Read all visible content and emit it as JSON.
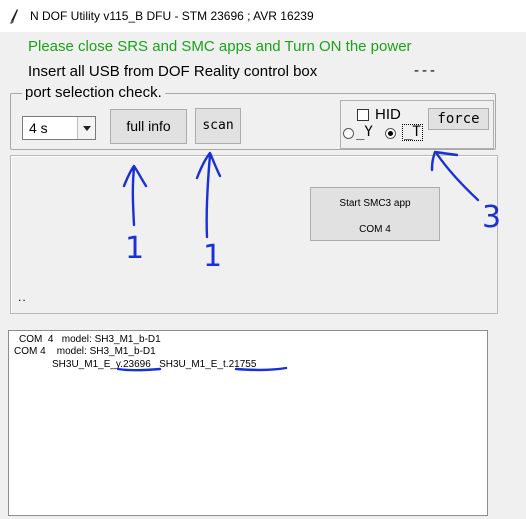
{
  "window": {
    "title": "N DOF Utility   v115_B   DFU - STM 23696  ;  AVR  16239"
  },
  "messages": {
    "green": "Please close SRS and SMC apps and Turn ON the power",
    "insert": "Insert  all  USB from DOF Reality control box",
    "dashes": "---"
  },
  "port_group": {
    "label": "port selection check.",
    "select_value": "4 s",
    "full_info_label": "full info",
    "scan_label": "scan",
    "hid_label": "HID",
    "radio_y_label": "_Y",
    "radio_t_label": "_T",
    "radio_selected": "T",
    "force_label": "force"
  },
  "panel": {
    "smc_line1": "Start SMC3 app",
    "smc_line2": "COM  4",
    "dots": ".."
  },
  "log": {
    "line1": "COM  4   model: SH3_M1_b-D1",
    "line2": "COM 4    model: SH3_M1_b-D1",
    "line3": "SH3U_M1_E_y.23696   SH3U_M1_E_t.21755"
  },
  "annotations": {
    "label_1a": "1",
    "label_1b": "1",
    "label_3": "3",
    "ink_color": "#1a30d6"
  },
  "colors": {
    "green_text": "#1aa31a",
    "background": "#f0f0f0"
  }
}
